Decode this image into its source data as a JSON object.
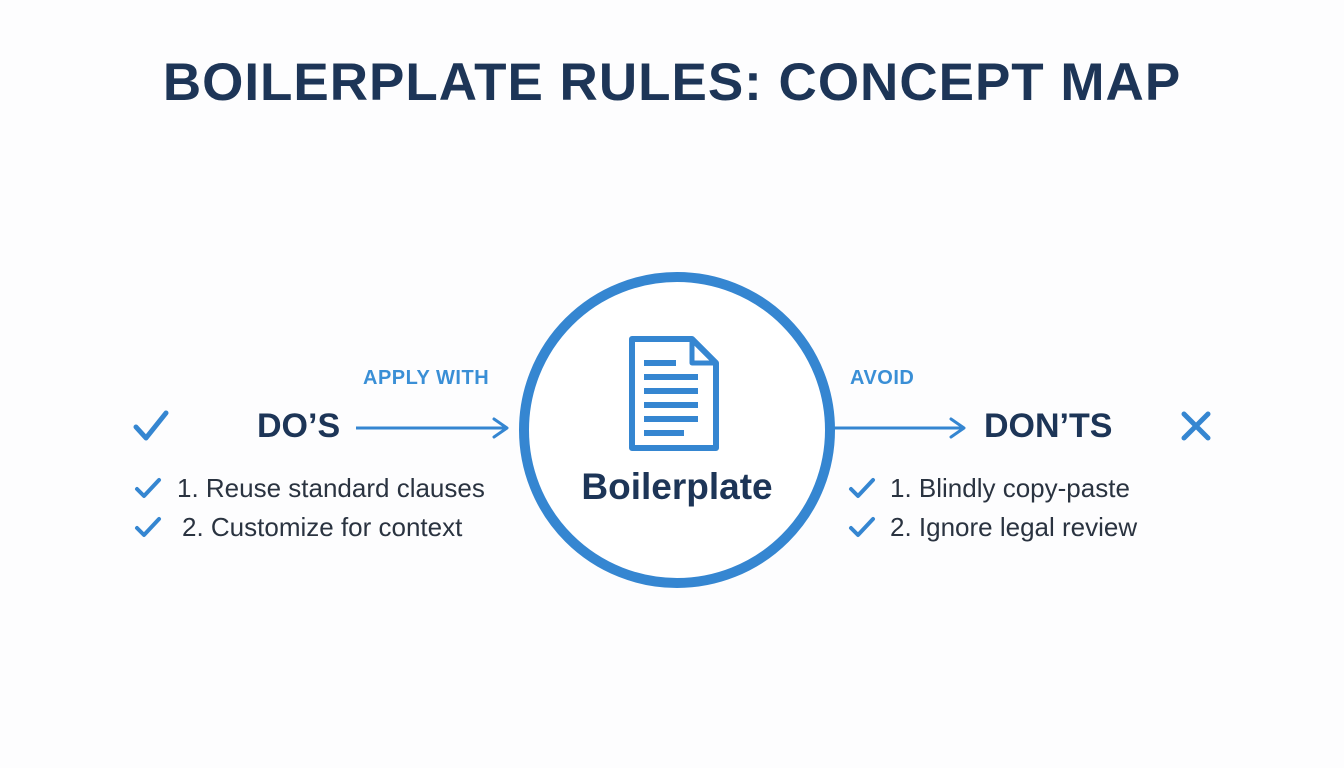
{
  "title": "BOILERPLATE RULES: CONCEPT MAP",
  "center": {
    "label": "Boilerplate",
    "icon": "document-icon"
  },
  "dos": {
    "heading": "DO’S",
    "icon": "check-icon",
    "connector_label": "APPLY WITH",
    "items": [
      {
        "text": "1. Reuse standard clauses",
        "icon": "check-icon"
      },
      {
        "text": "2. Customize for context",
        "icon": "check-icon"
      }
    ]
  },
  "donts": {
    "heading": "DON’TS",
    "icon": "x-icon",
    "connector_label": "AVOID",
    "items": [
      {
        "text": "1. Blindly copy-paste",
        "icon": "check-icon"
      },
      {
        "text": "2. Ignore legal review",
        "icon": "check-icon"
      }
    ]
  },
  "colors": {
    "heading": "#1d3557",
    "accent": "#3586d1",
    "label_accent": "#3a8fd6",
    "body_text": "#2a3340",
    "background": "#fdfdfe"
  }
}
